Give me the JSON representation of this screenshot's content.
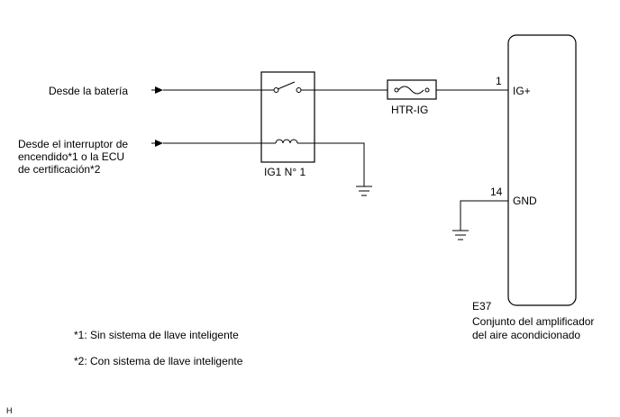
{
  "inputs": {
    "battery": "Desde la batería",
    "ignition_line1": "Desde el interruptor de",
    "ignition_line2": "encendido*1 o la ECU",
    "ignition_line3": "de certificación*2"
  },
  "relay": {
    "name": "IG1 N° 1"
  },
  "fuse": {
    "name": "HTR-IG"
  },
  "connector": {
    "code": "E37",
    "description_line1": "Conjunto del amplificador",
    "description_line2": "del aire acondicionado",
    "pins": [
      {
        "number": "1",
        "label": "IG+"
      },
      {
        "number": "14",
        "label": "GND"
      }
    ]
  },
  "notes": [
    "*1: Sin sistema de llave inteligente",
    "*2: Con sistema de llave inteligente"
  ],
  "footer_code": "H"
}
